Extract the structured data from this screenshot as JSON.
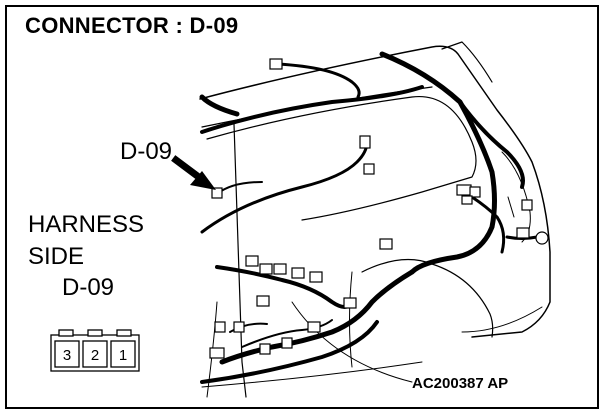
{
  "title": "CONNECTOR : D-09",
  "pointer_label": "D-09",
  "harness_label": {
    "line1": "HARNESS",
    "line2": "SIDE",
    "line3": "D-09"
  },
  "connector": {
    "pins": [
      "3",
      "2",
      "1"
    ]
  },
  "figure_code": "AC200387 AP"
}
